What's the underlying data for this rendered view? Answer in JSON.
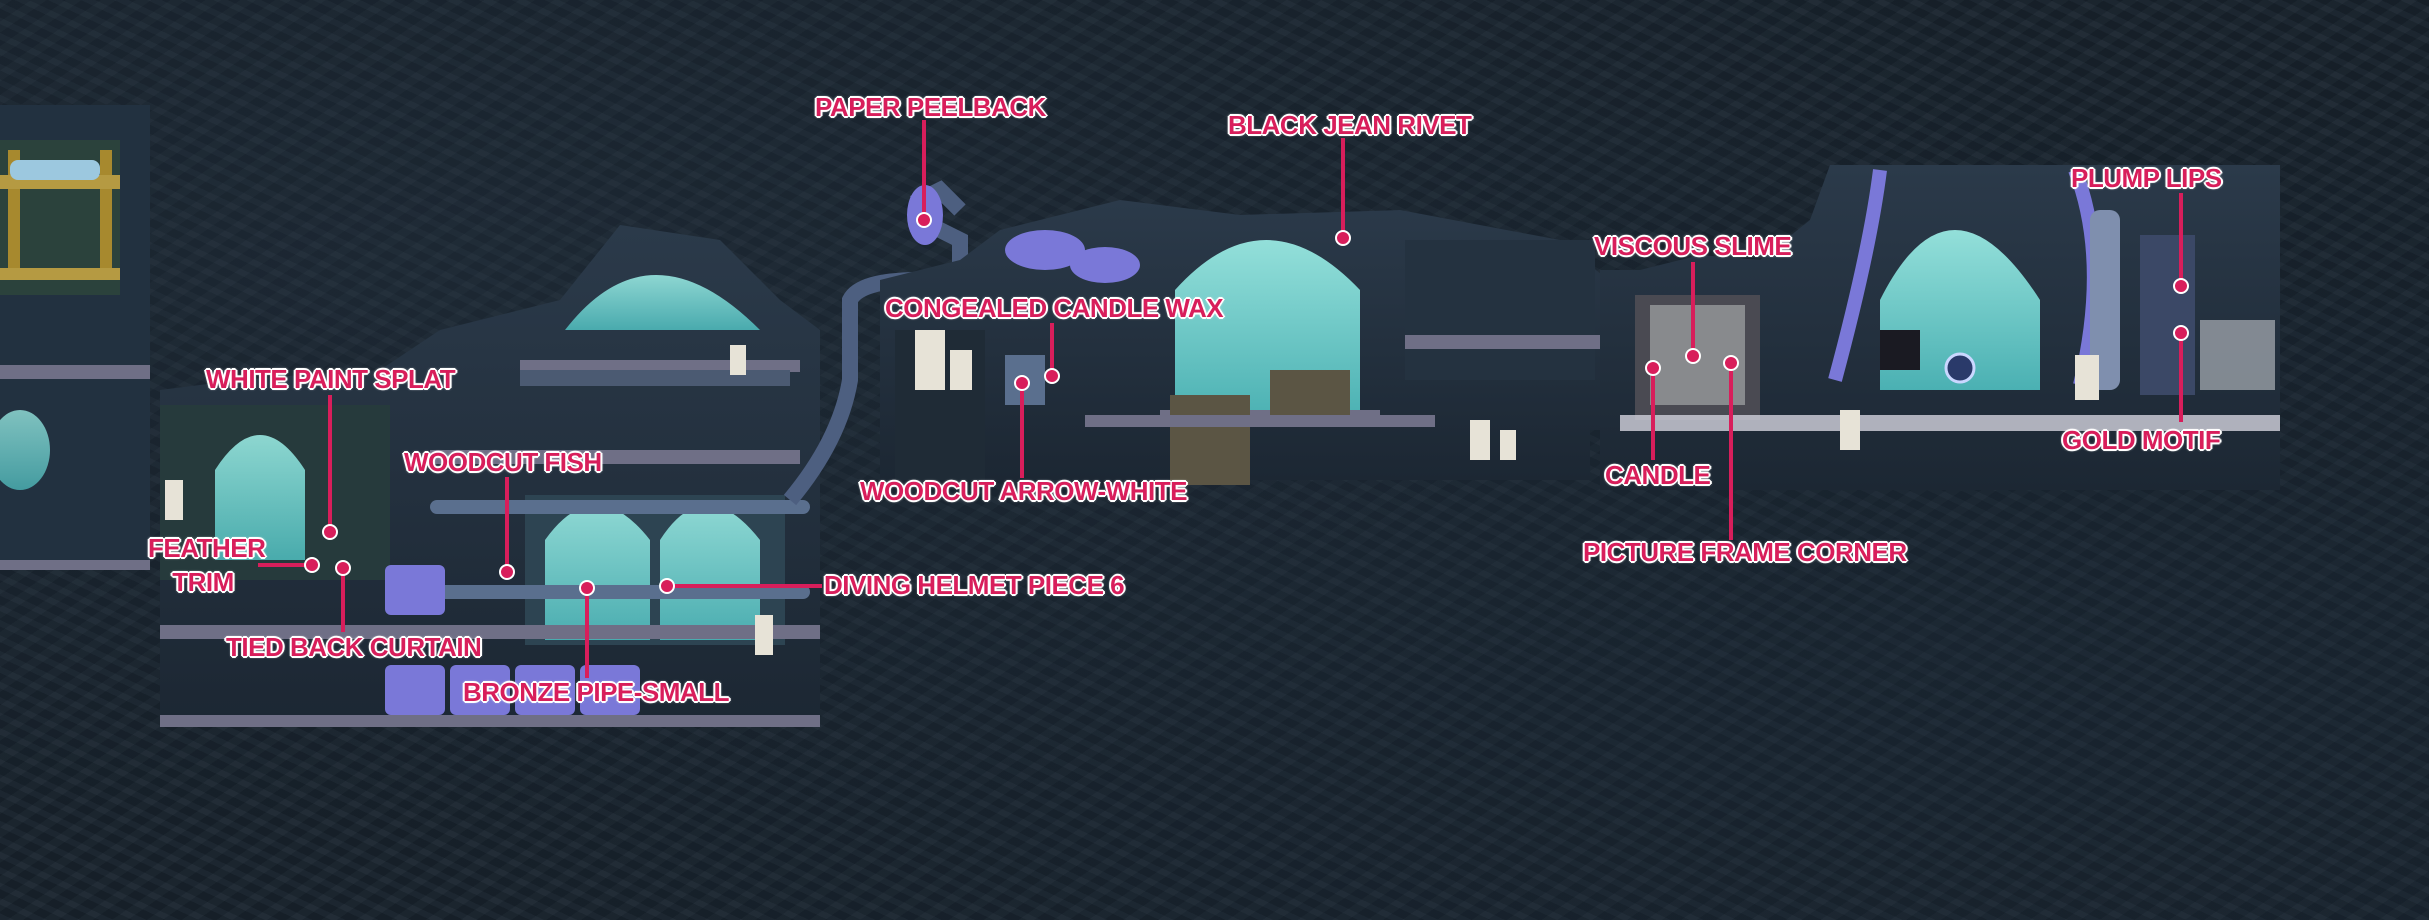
{
  "level_map": {
    "colors": {
      "label": "#d81e5b",
      "label_outline": "#ffffff",
      "background": "#18232d",
      "level_glow": "#7de6e0",
      "platform": "#6f6f86",
      "accent_blue": "#6a6be0"
    },
    "labels": {
      "paper_peelback": "PAPER PEELBACK",
      "black_jean_rivet": "BLACK JEAN RIVET",
      "plump_lips": "PLUMP LIPS",
      "viscous_slime": "VISCOUS SLIME",
      "congealed_candle_wax": "CONGEALED CANDLE WAX",
      "white_paint_splat": "WHITE PAINT SPLAT",
      "woodcut_fish": "WOODCUT FISH",
      "woodcut_arrow_white": "WOODCUT ARROW-WHITE",
      "candle": "CANDLE",
      "gold_motif": "GOLD MOTIF",
      "feather_trim_line1": "FEATHER",
      "feather_trim_line2": "TRIM",
      "diving_helmet_piece_6": "DIVING HELMET PIECE 6",
      "picture_frame_corner": "PICTURE FRAME CORNER",
      "tied_back_curtain": "TIED BACK CURTAIN",
      "bronze_pipe_small": "BRONZE PIPE-SMALL"
    }
  }
}
